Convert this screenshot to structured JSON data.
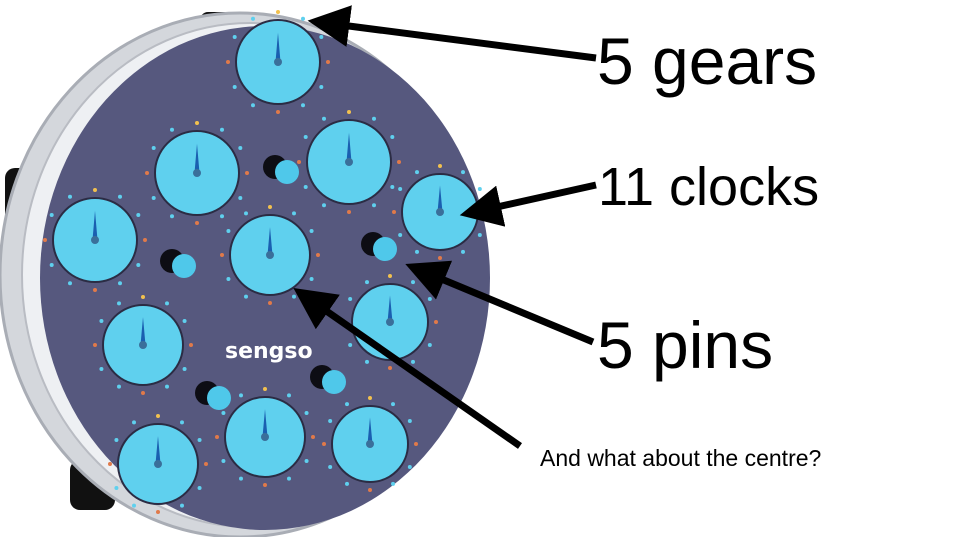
{
  "annotations": {
    "gears": "5 gears",
    "clocks": "11 clocks",
    "pins": "5 pins",
    "centre": "And what about the centre?"
  },
  "puzzle": {
    "brand": "sengso",
    "clock_count": 11,
    "pin_count": 5,
    "colors": {
      "plate": "#56587e",
      "clock_face": "#5fd0ee",
      "hand": "#1a5fb0",
      "rim": "#c9ccd2",
      "arrow": "#000000"
    }
  }
}
